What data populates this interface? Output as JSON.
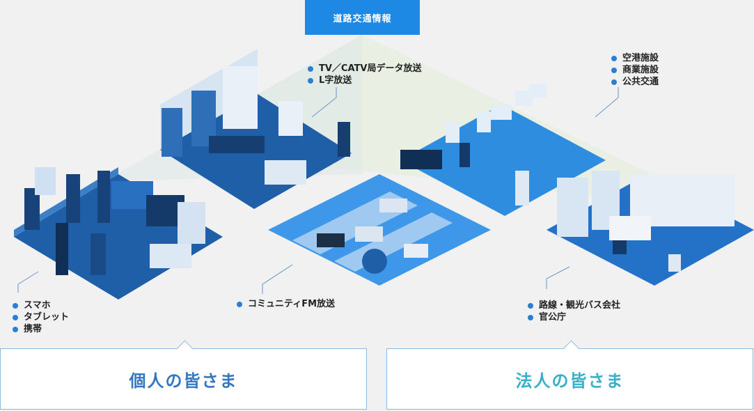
{
  "header": {
    "title": "道路交通情報"
  },
  "callouts": {
    "broadcast": [
      "TV／CATV局データ放送",
      "L字放送"
    ],
    "facilities": [
      "空港施設",
      "商業施設",
      "公共交通"
    ],
    "devices": [
      "スマホ",
      "タブレット",
      "携帯"
    ],
    "community": [
      "コミュニティFM放送"
    ],
    "transport": [
      "路線・観光バス会社",
      "官公庁"
    ]
  },
  "audience": {
    "personal": "個人の皆さま",
    "corporate": "法人の皆さま"
  },
  "colors": {
    "accent": "#1e88e5",
    "floor_dark": "#1f5fa8",
    "floor_light": "#2f8de0",
    "personal_text": "#3377c2",
    "corporate_text": "#38b0c9"
  }
}
